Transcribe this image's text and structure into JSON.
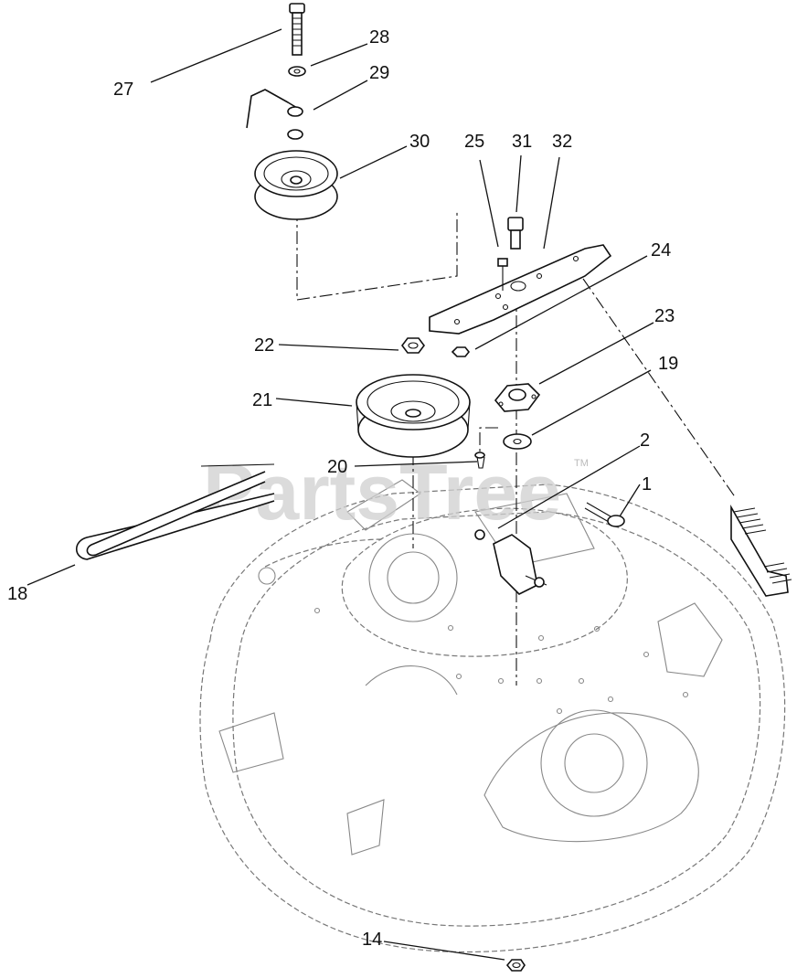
{
  "watermark": {
    "text": "PartsTree",
    "trademark": "TM"
  },
  "callouts": [
    {
      "id": "c27",
      "label": "27"
    },
    {
      "id": "c28",
      "label": "28"
    },
    {
      "id": "c29",
      "label": "29"
    },
    {
      "id": "c30",
      "label": "30"
    },
    {
      "id": "c25",
      "label": "25"
    },
    {
      "id": "c31",
      "label": "31"
    },
    {
      "id": "c32",
      "label": "32"
    },
    {
      "id": "c24",
      "label": "24"
    },
    {
      "id": "c23",
      "label": "23"
    },
    {
      "id": "c22",
      "label": "22"
    },
    {
      "id": "c21",
      "label": "21"
    },
    {
      "id": "c19",
      "label": "19"
    },
    {
      "id": "c2",
      "label": "2"
    },
    {
      "id": "c1",
      "label": "1"
    },
    {
      "id": "c20",
      "label": "20"
    },
    {
      "id": "c18",
      "label": "18"
    },
    {
      "id": "c14",
      "label": "14"
    }
  ],
  "colors": {
    "ink": "#111111",
    "deck": "#888888",
    "watermark": "#cfcfcf"
  }
}
